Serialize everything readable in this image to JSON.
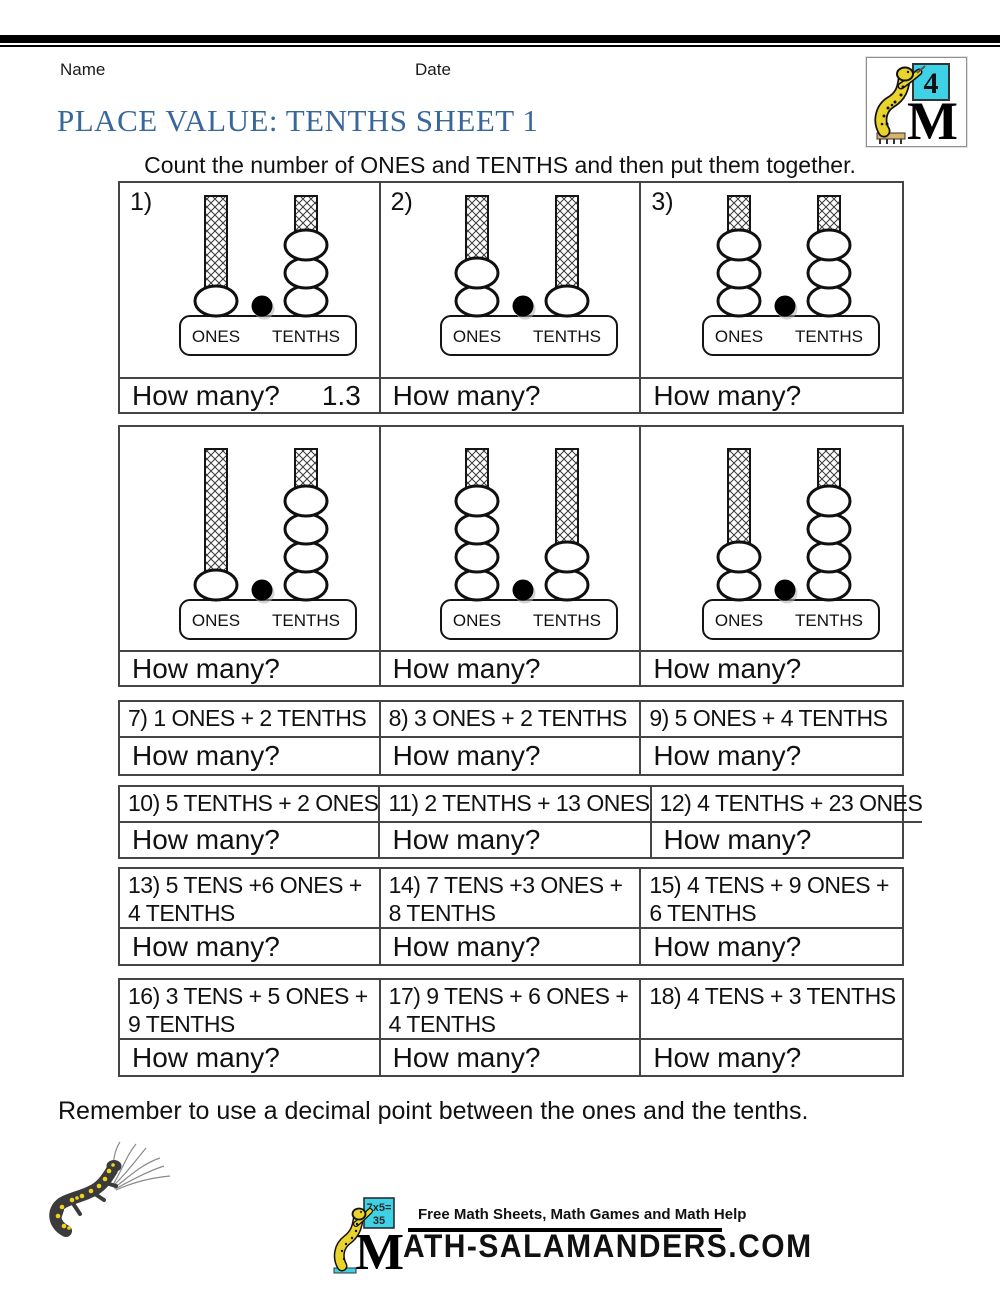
{
  "page": {
    "name_label": "Name",
    "date_label": "Date",
    "title": "PLACE VALUE: TENTHS SHEET 1",
    "instruction": "Count the number of ONES and TENTHS and then put them together.",
    "reminder": "Remember to use a decimal point between the ones and the tenths.",
    "title_color": "#38679C"
  },
  "logo": {
    "badge_number": "4",
    "m": "M",
    "board_line1": "7x5=",
    "board_line2": "35",
    "tagline": "Free Math Sheets, Math Games and Math Help",
    "site_rest": "ATH-SALAMANDERS.COM",
    "cyan": "#3FD2E6",
    "yellow": "#EAD42C"
  },
  "abacus": {
    "ones_label": "ONES",
    "tenths_label": "TENTHS",
    "how_many_label": "How many?",
    "problems": [
      {
        "number": "1)",
        "ones": 1,
        "tenths": 3,
        "answer": "1.3"
      },
      {
        "number": "2)",
        "ones": 2,
        "tenths": 1,
        "answer": ""
      },
      {
        "number": "3)",
        "ones": 3,
        "tenths": 3,
        "answer": ""
      },
      {
        "number": "",
        "ones": 1,
        "tenths": 4,
        "answer": ""
      },
      {
        "number": "",
        "ones": 4,
        "tenths": 2,
        "answer": ""
      },
      {
        "number": "",
        "ones": 2,
        "tenths": 4,
        "answer": ""
      }
    ]
  },
  "word_problems": {
    "how_many_label": "How many?",
    "groups": [
      {
        "cells": [
          {
            "lines": [
              "7) 1 ONES + 2 TENTHS",
              ""
            ]
          },
          {
            "lines": [
              "8) 3 ONES + 2 TENTHS",
              ""
            ]
          },
          {
            "lines": [
              "9) 5 ONES + 4 TENTHS",
              ""
            ]
          }
        ]
      },
      {
        "cells": [
          {
            "lines": [
              "10) 5 TENTHS + 2 ONES",
              ""
            ]
          },
          {
            "lines": [
              "11) 2 TENTHS + 13 ONES",
              ""
            ]
          },
          {
            "lines": [
              "12) 4 TENTHS + 23 ONES",
              ""
            ]
          }
        ]
      },
      {
        "cells": [
          {
            "lines": [
              "13) 5 TENS +6 ONES +",
              "4 TENTHS"
            ]
          },
          {
            "lines": [
              "14) 7 TENS +3 ONES +",
              "8 TENTHS"
            ]
          },
          {
            "lines": [
              "15) 4 TENS + 9 ONES +",
              "6 TENTHS"
            ]
          }
        ]
      },
      {
        "cells": [
          {
            "lines": [
              "16) 3 TENS + 5 ONES +",
              "9 TENTHS"
            ]
          },
          {
            "lines": [
              "17) 9 TENS + 6 ONES +",
              "4 TENTHS"
            ]
          },
          {
            "lines": [
              "18) 4 TENS + 3 TENTHS",
              ""
            ]
          }
        ]
      }
    ]
  }
}
